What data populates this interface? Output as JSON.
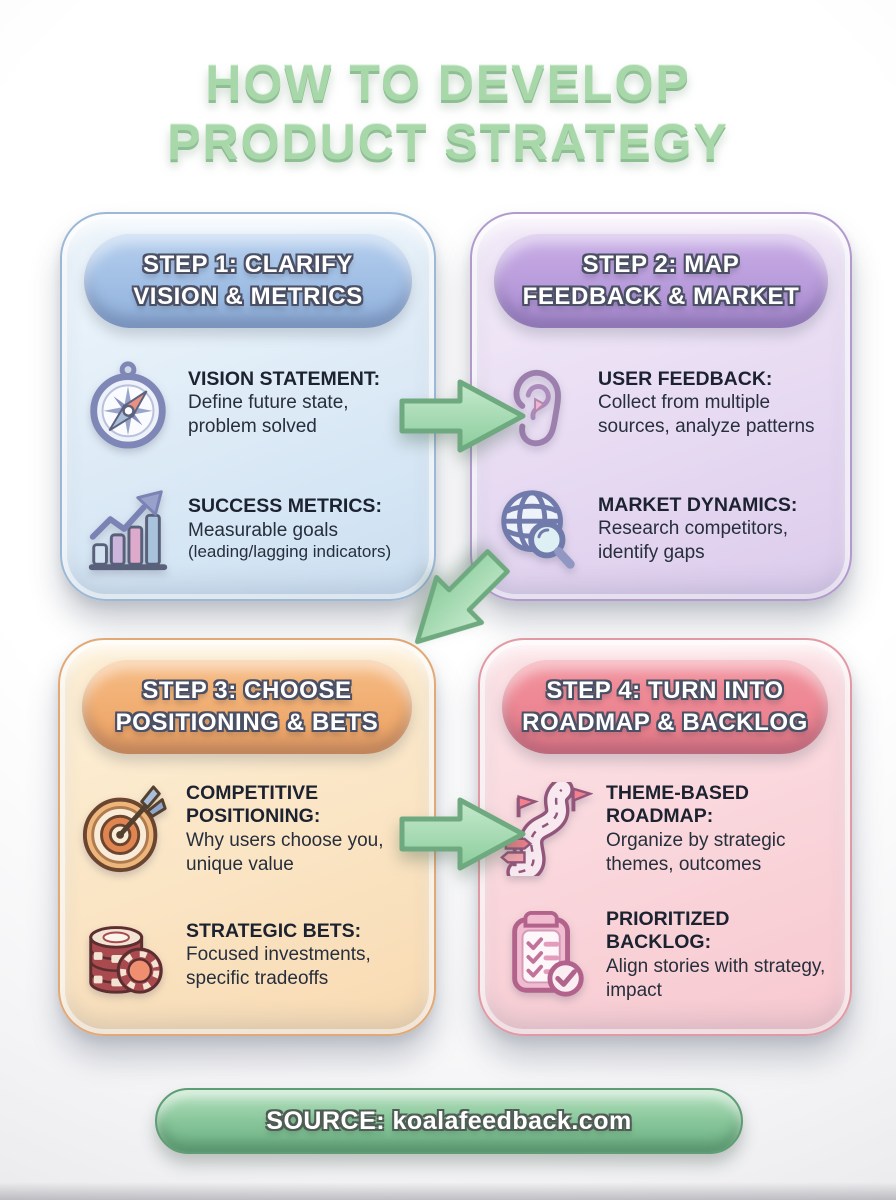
{
  "title": {
    "line1": "HOW TO DEVELOP",
    "line2": "PRODUCT STRATEGY"
  },
  "steps": [
    {
      "header_line1": "STEP 1: CLARIFY",
      "header_line2": "VISION & METRICS",
      "colors": {
        "body_light": "#eaf3fa",
        "body_dark": "#cbdff1",
        "pill_light": "#b4ceee",
        "pill_dark": "#90b1dc",
        "edge": "#9cb8d4"
      },
      "items": [
        {
          "icon": "compass-icon",
          "heading": "VISION STATEMENT:",
          "desc": "Define future state, problem solved"
        },
        {
          "icon": "bar-chart-icon",
          "heading": "SUCCESS METRICS:",
          "desc": "Measurable goals",
          "note": "(leading/lagging indicators)"
        }
      ]
    },
    {
      "header_line1": "STEP 2: MAP",
      "header_line2": "FEEDBACK & MARKET",
      "colors": {
        "body_light": "#f0e7f7",
        "body_dark": "#dccbec",
        "pill_light": "#c9aee6",
        "pill_dark": "#ab8cd2",
        "edge": "#b29acd"
      },
      "items": [
        {
          "icon": "ear-icon",
          "heading": "USER FEEDBACK:",
          "desc": "Collect from multiple sources, analyze patterns"
        },
        {
          "icon": "globe-magnifier-icon",
          "heading": "MARKET DYNAMICS:",
          "desc": "Research competitors, identify gaps"
        }
      ]
    },
    {
      "header_line1": "STEP 3: CHOOSE",
      "header_line2": "POSITIONING & BETS",
      "colors": {
        "body_light": "#fcedd2",
        "body_dark": "#f8dab2",
        "pill_light": "#f6bc84",
        "pill_dark": "#eca061",
        "edge": "#e2a876"
      },
      "items": [
        {
          "icon": "target-icon",
          "heading": "COMPETITIVE POSITIONING:",
          "desc": "Why users choose you, unique value"
        },
        {
          "icon": "poker-chips-icon",
          "heading": "STRATEGIC BETS:",
          "desc": "Focused investments, specific tradeoffs"
        }
      ]
    },
    {
      "header_line1": "STEP 4: TURN INTO",
      "header_line2": "ROADMAP & BACKLOG",
      "colors": {
        "body_light": "#fbe0e4",
        "body_dark": "#f7c8cf",
        "pill_light": "#f2939e",
        "pill_dark": "#e87a88",
        "edge": "#e299a3"
      },
      "items": [
        {
          "icon": "roadmap-icon",
          "heading": "THEME-BASED ROADMAP:",
          "desc": "Organize by strategic themes, outcomes"
        },
        {
          "icon": "clipboard-icon",
          "heading": "PRIORITIZED BACKLOG:",
          "desc": "Align stories with strategy, impact"
        }
      ]
    }
  ],
  "arrows": [
    {
      "name": "arrow-step1-to-step2",
      "direction": "right"
    },
    {
      "name": "arrow-step2-to-step3",
      "direction": "down-left"
    },
    {
      "name": "arrow-step3-to-step4",
      "direction": "right"
    }
  ],
  "footer": {
    "label": "SOURCE: koalafeedback.com"
  },
  "colors": {
    "title_green": "#a8d7aa",
    "arrow_green": "#a9dcb3",
    "footer_green": "#8fc9a0",
    "background": "#f7f7f8",
    "heading_text": "#1c2230",
    "body_text": "#272e3c"
  }
}
